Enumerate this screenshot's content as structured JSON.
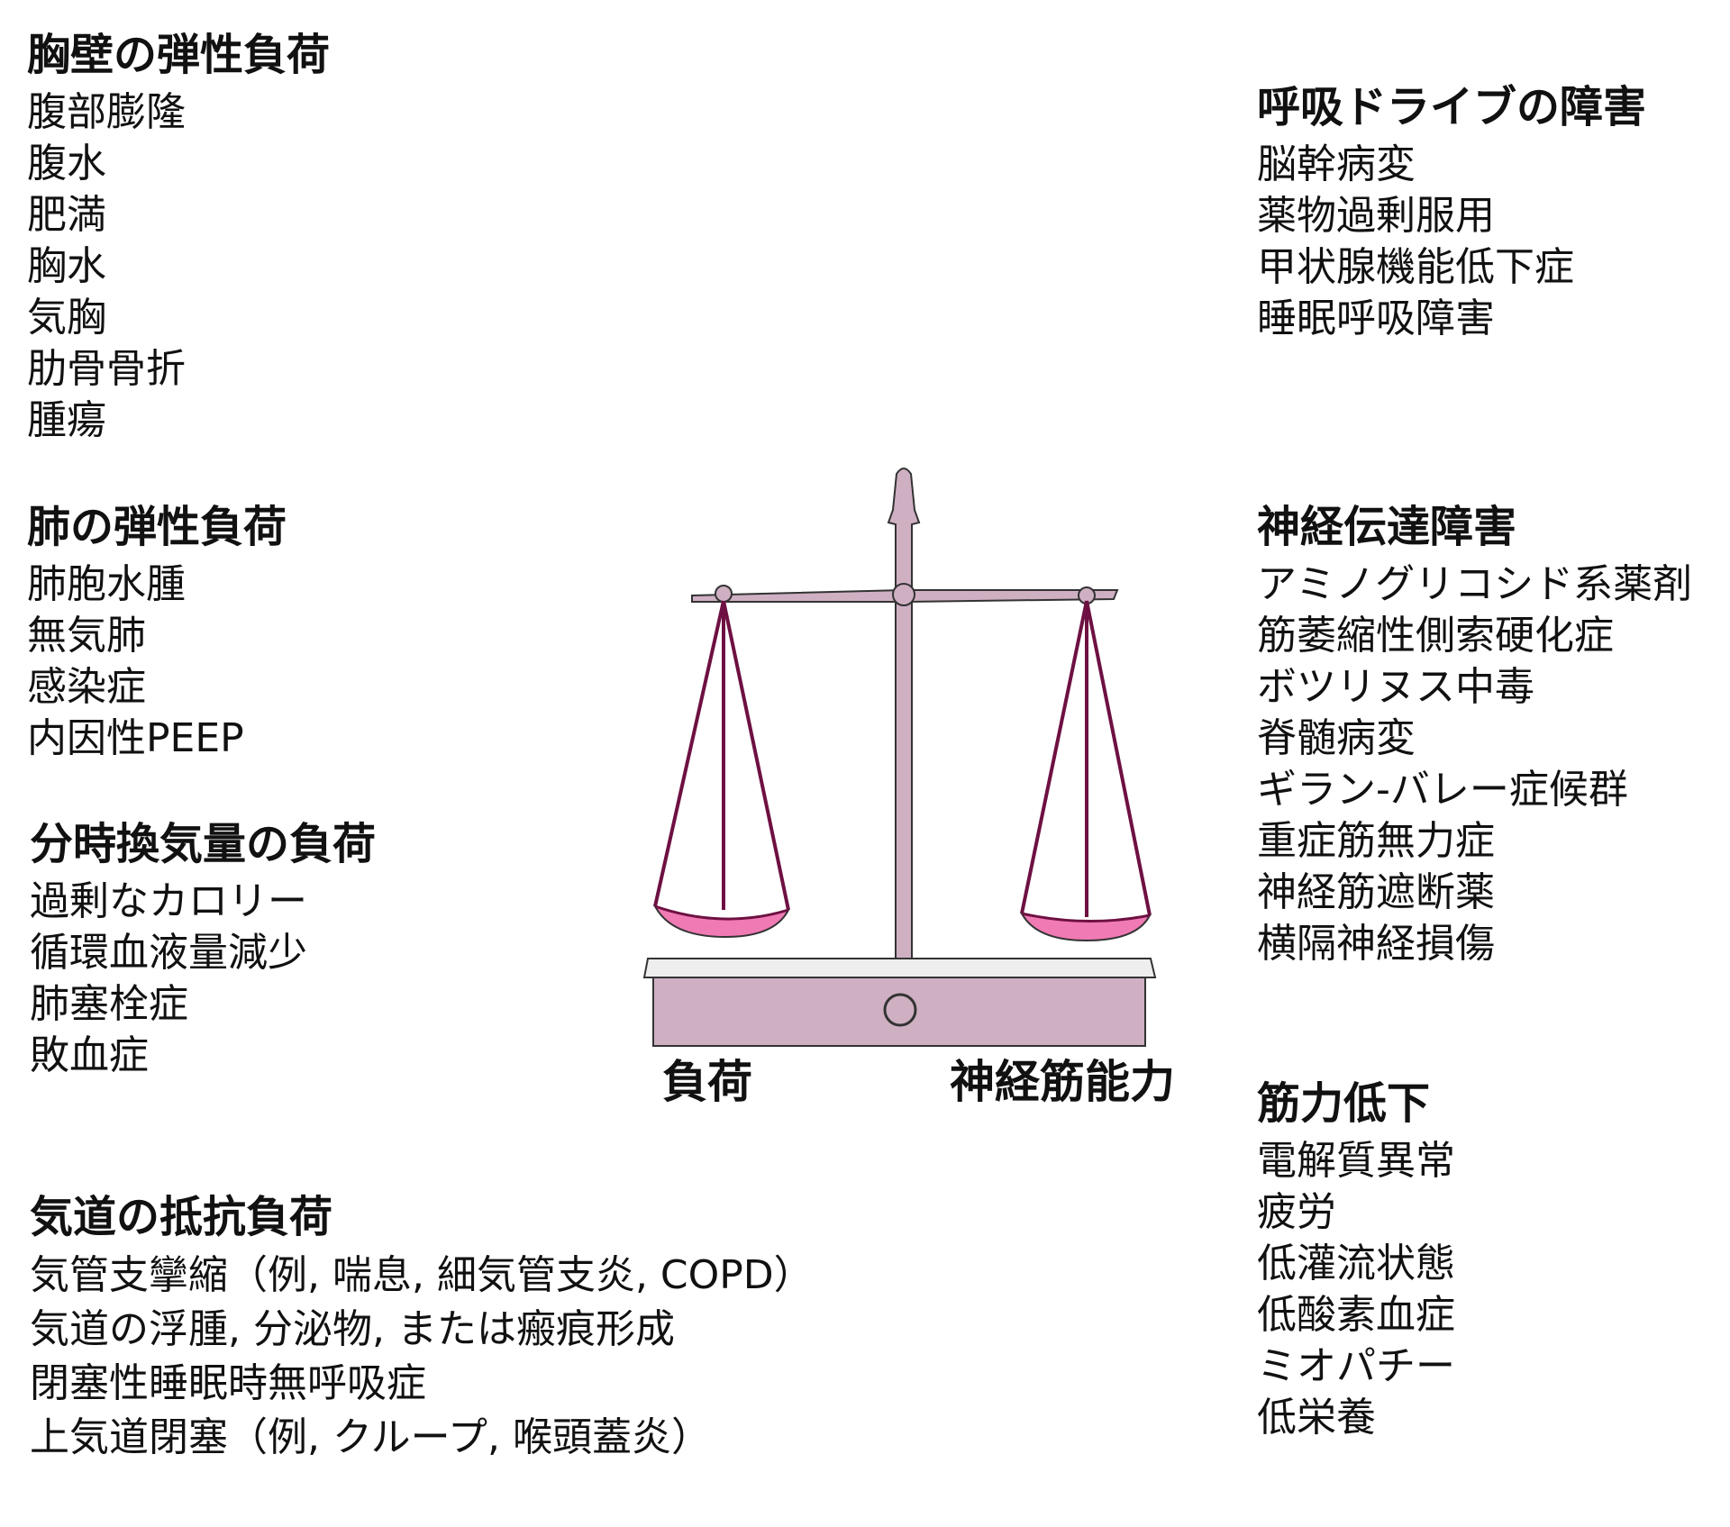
{
  "left": {
    "chest_wall": {
      "title": "胸壁の弾性負荷",
      "items": [
        "腹部膨隆",
        "腹水",
        "肥満",
        "胸水",
        "気胸",
        "肋骨骨折",
        "腫瘍"
      ]
    },
    "lung": {
      "title": "肺の弾性負荷",
      "items": [
        "肺胞水腫",
        "無気肺",
        "感染症",
        "内因性PEEP"
      ]
    },
    "minute_ventilation": {
      "title": "分時換気量の負荷",
      "items": [
        "過剰なカロリー",
        "循環血液量減少",
        "肺塞栓症",
        "敗血症"
      ]
    },
    "airway": {
      "title": "気道の抵抗負荷",
      "items": [
        "気管支攣縮（例, 喘息, 細気管支炎, COPD）",
        "気道の浮腫, 分泌物, または瘢痕形成",
        "閉塞性睡眠時無呼吸症",
        "上気道閉塞（例, クループ, 喉頭蓋炎）"
      ]
    }
  },
  "right": {
    "respiratory_drive": {
      "title": "呼吸ドライブの障害",
      "items": [
        "脳幹病変",
        "薬物過剰服用",
        "甲状腺機能低下症",
        "睡眠呼吸障害"
      ]
    },
    "neurotransmission": {
      "title": "神経伝達障害",
      "items": [
        "アミノグリコシド系薬剤",
        "筋萎縮性側索硬化症",
        "ボツリヌス中毒",
        "脊髄病変",
        "ギラン-バレー症候群",
        "重症筋無力症",
        "神経筋遮断薬",
        "横隔神経損傷"
      ]
    },
    "muscle_weakness": {
      "title": "筋力低下",
      "items": [
        "電解質異常",
        "疲労",
        "低灌流状態",
        "低酸素血症",
        "ミオパチー",
        "低栄養"
      ]
    }
  },
  "scale": {
    "left_label": "負荷",
    "right_label": "神経筋能力",
    "colors": {
      "body": "#cfb0c3",
      "outline": "#333333",
      "base_top": "#eeeeee",
      "chains": "#6e1042",
      "pan_fill": "#f07ab4"
    }
  }
}
